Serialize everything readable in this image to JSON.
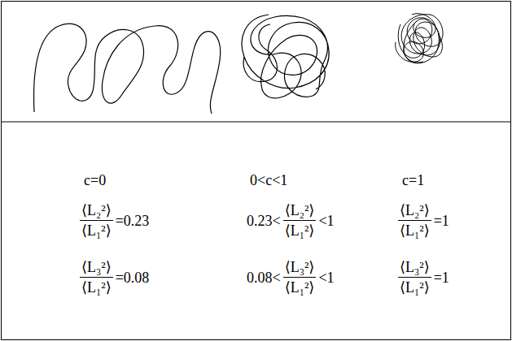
{
  "diagram": {
    "labels": [
      "c=0",
      "⟨L₂²⟩",
      "⟨L₁²⟩",
      "=0.23",
      "⟨L₃²⟩",
      "⟨L₁²⟩",
      "=0.08",
      "0<c<1",
      "0.23<",
      "⟨L₂²⟩",
      "⟨L₁²⟩",
      "<1",
      "0.08<",
      "⟨L₃²⟩",
      "⟨L₁²⟩",
      "<1",
      "c=1",
      "⟨L₂²⟩",
      "⟨L₁²⟩",
      "=1",
      "⟨L₃²⟩",
      "⟨L₁²⟩",
      "=1"
    ]
  }
}
